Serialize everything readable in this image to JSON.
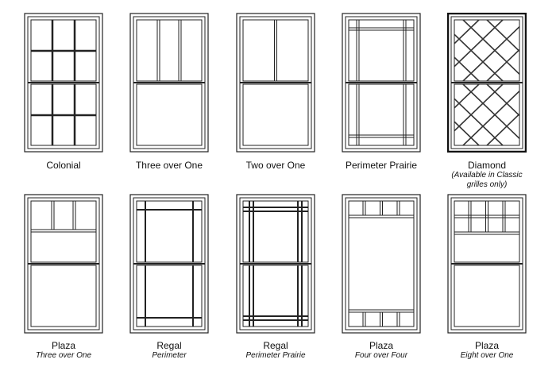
{
  "styles": [
    {
      "key": "colonial",
      "title": "Colonial",
      "subtitle": ""
    },
    {
      "key": "three-over-one",
      "title": "Three over One",
      "subtitle": ""
    },
    {
      "key": "two-over-one",
      "title": "Two over One",
      "subtitle": ""
    },
    {
      "key": "perimeter-prairie",
      "title": "Perimeter Prairie",
      "subtitle": ""
    },
    {
      "key": "diamond",
      "title": "Diamond",
      "subtitle": "(Available in Classic grilles only)"
    },
    {
      "key": "plaza-three",
      "title": "Plaza",
      "subtitle": "Three over One"
    },
    {
      "key": "regal-perimeter",
      "title": "Regal",
      "subtitle": "Perimeter"
    },
    {
      "key": "regal-prairie",
      "title": "Regal",
      "subtitle": "Perimeter Prairie"
    },
    {
      "key": "plaza-four",
      "title": "Plaza",
      "subtitle": "Four over Four"
    },
    {
      "key": "plaza-eight",
      "title": "Plaza",
      "subtitle": "Eight over One"
    }
  ]
}
